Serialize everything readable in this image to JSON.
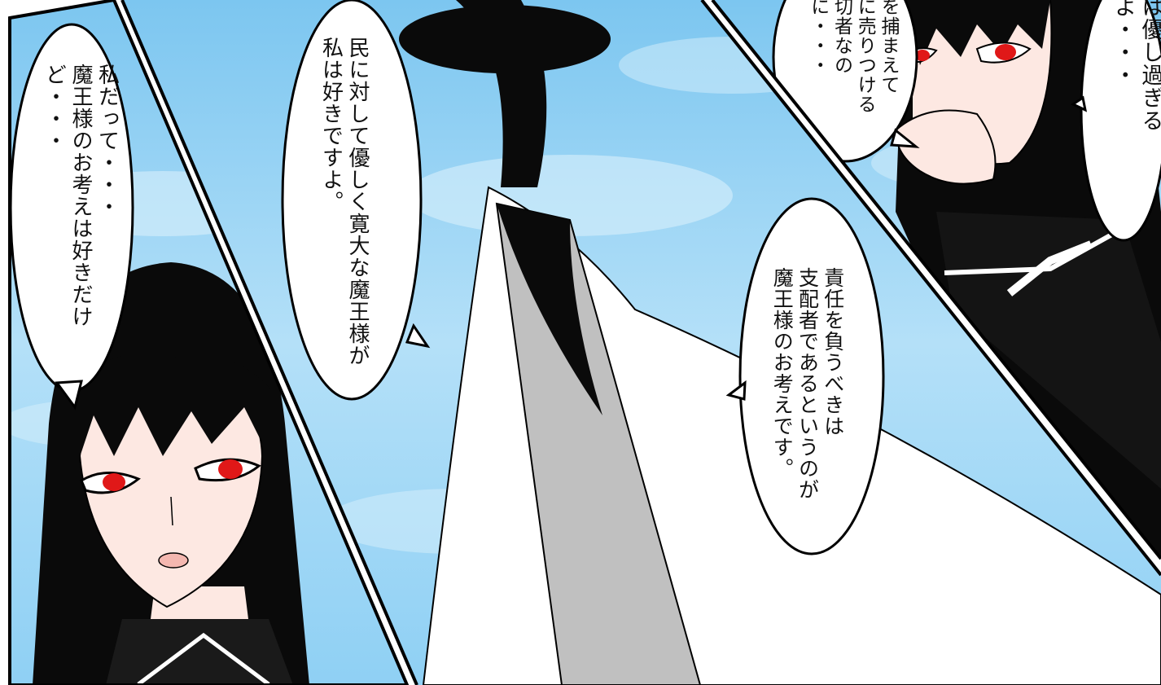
{
  "panels": [
    {
      "id": "left",
      "bubbles": [
        {
          "lines": [
            "私だって・・・",
            "魔王様のお考えは好きだけど・・・"
          ]
        }
      ]
    },
    {
      "id": "center",
      "bubbles": [
        {
          "lines": [
            "民に対して優しく寛大な魔王様が",
            "私は好きですよ。"
          ]
        },
        {
          "lines": [
            "責任を負うべきは",
            "支配者であるというのが",
            "魔王様のお考えです。"
          ]
        }
      ]
    },
    {
      "id": "top-right",
      "bubbles": [
        {
          "lines": [
            "を捕まえて",
            "に売りつける",
            "切者なのに・・・"
          ]
        },
        {
          "lines": [
            "は優し過ぎるよ・・・"
          ]
        }
      ]
    }
  ],
  "colors": {
    "sky": "#8ccdf2",
    "sky_light": "#d8f0fc",
    "hair": "#0a0a0a",
    "skin": "#fde8e2",
    "eye": "#e01818",
    "cape": "#ffffff",
    "cape_shadow": "#c0c0c0",
    "uniform": "#141414"
  }
}
